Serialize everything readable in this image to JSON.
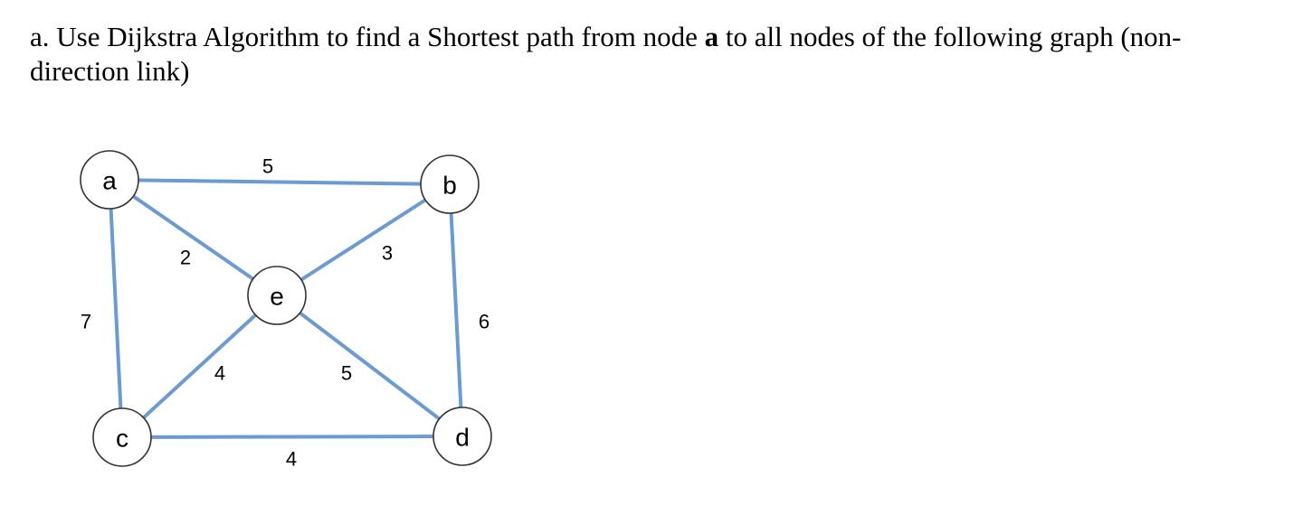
{
  "question": {
    "prefix": "a. Use Dijkstra Algorithm to find a Shortest path from node ",
    "start_node": "a",
    "suffix": " to all nodes of the following graph (non-direction link)"
  },
  "colors": {
    "edge": "#6b9bd1",
    "node_border": "#333333",
    "node_fill": "#ffffff"
  },
  "graph": {
    "nodes": [
      {
        "id": "a",
        "label": "a"
      },
      {
        "id": "b",
        "label": "b"
      },
      {
        "id": "c",
        "label": "c"
      },
      {
        "id": "d",
        "label": "d"
      },
      {
        "id": "e",
        "label": "e"
      }
    ],
    "edges": [
      {
        "from": "a",
        "to": "b",
        "weight": "5"
      },
      {
        "from": "a",
        "to": "e",
        "weight": "2"
      },
      {
        "from": "a",
        "to": "c",
        "weight": "7"
      },
      {
        "from": "b",
        "to": "e",
        "weight": "3"
      },
      {
        "from": "b",
        "to": "d",
        "weight": "6"
      },
      {
        "from": "e",
        "to": "c",
        "weight": "4"
      },
      {
        "from": "e",
        "to": "d",
        "weight": "5"
      },
      {
        "from": "c",
        "to": "d",
        "weight": "4"
      }
    ]
  }
}
